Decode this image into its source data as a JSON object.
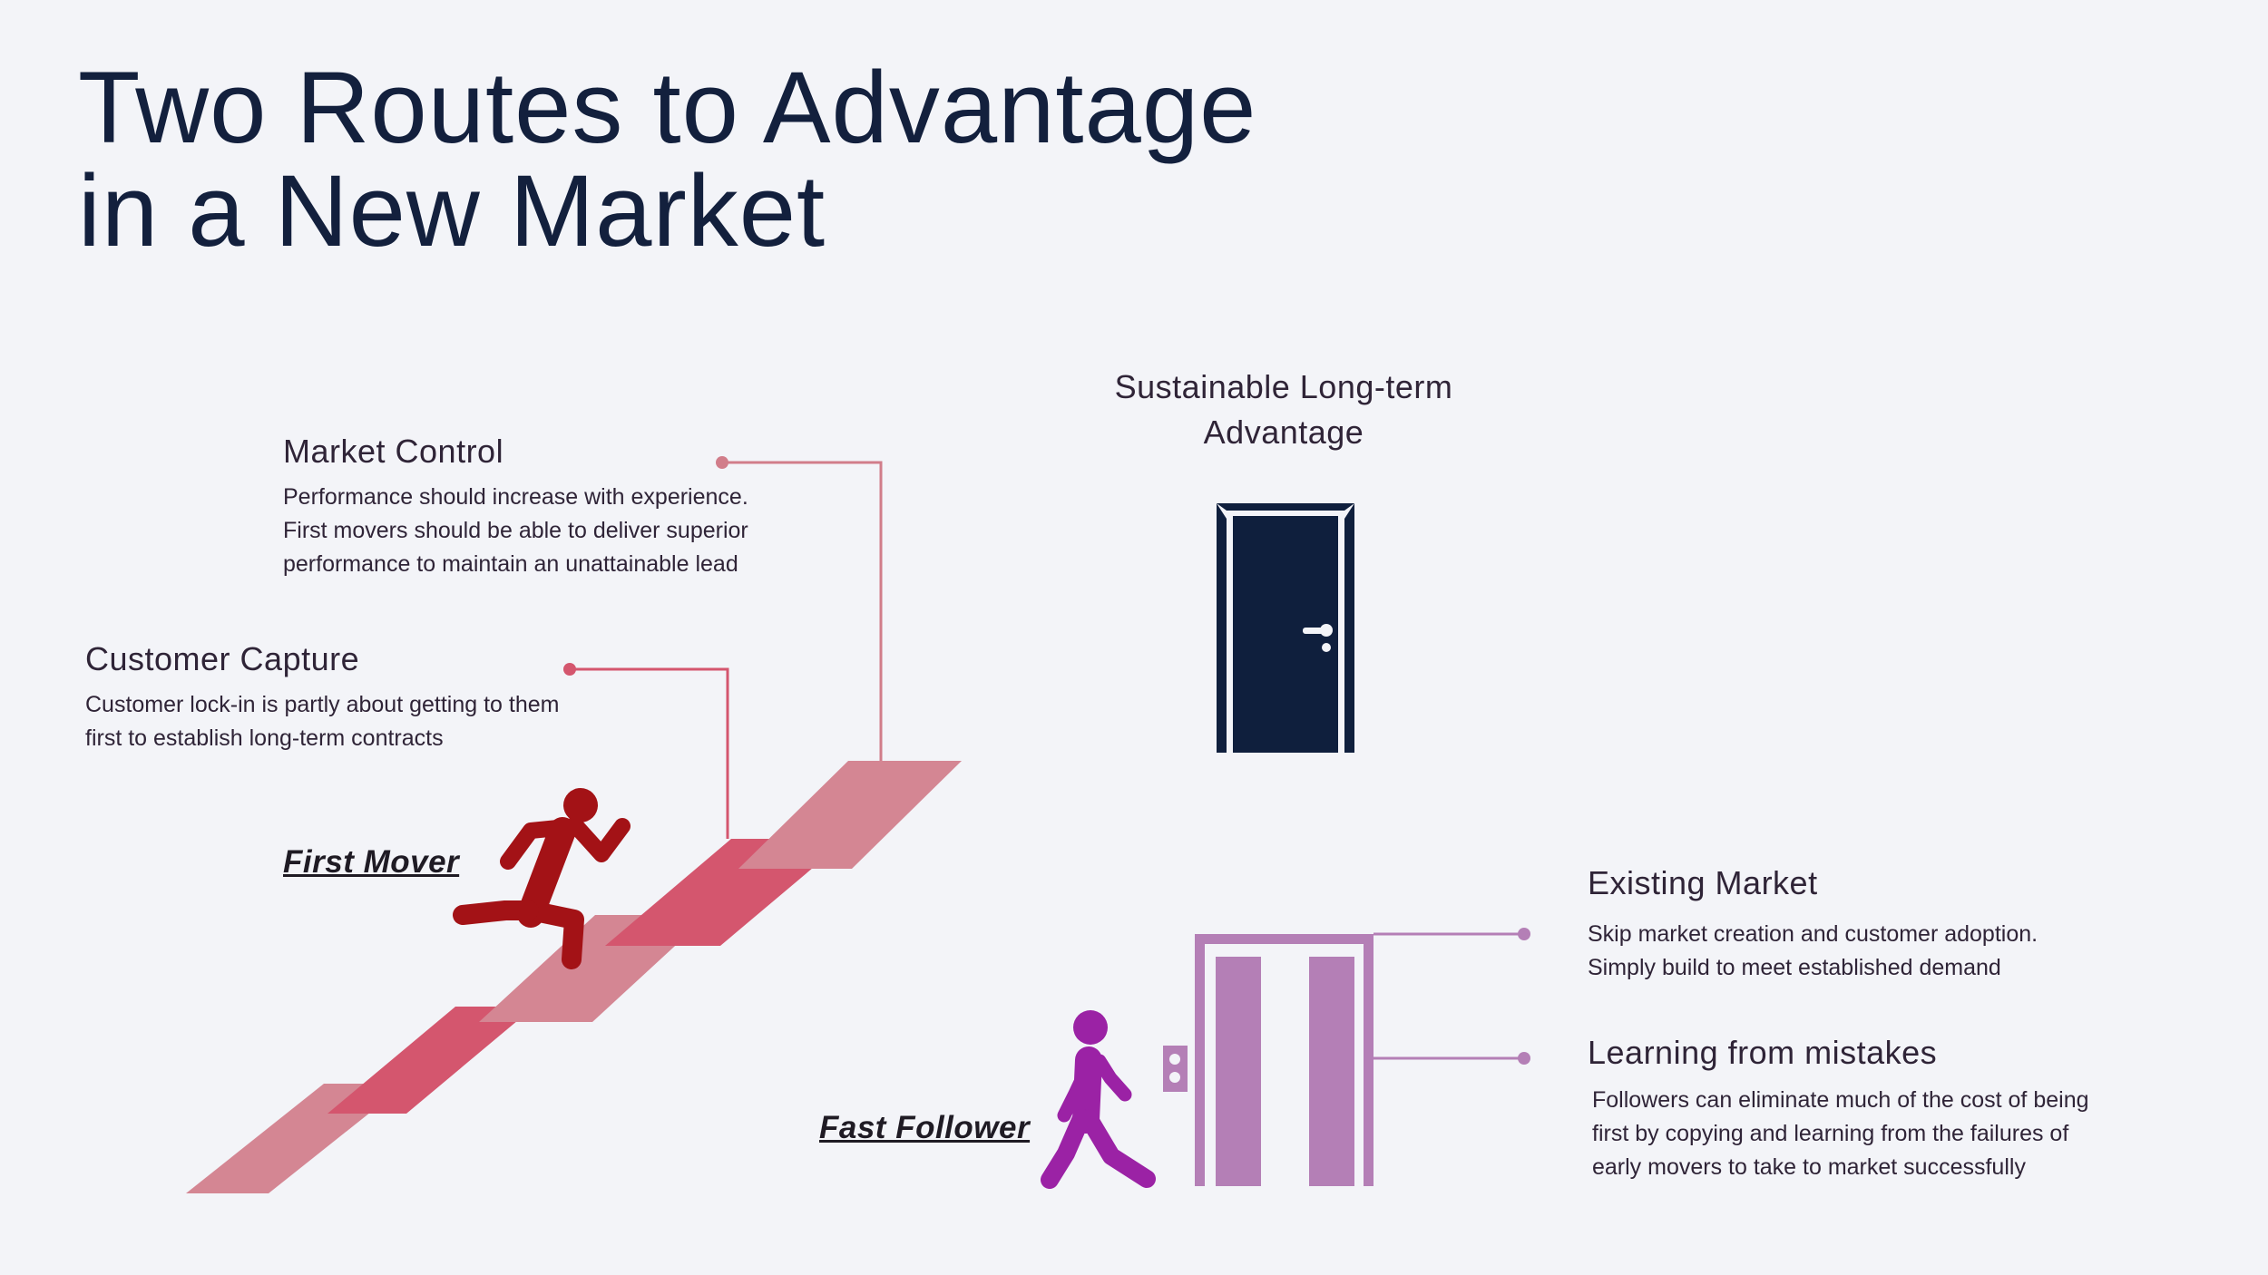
{
  "title": {
    "line1": "Two Routes to Advantage",
    "line2": "in a New Market"
  },
  "goal": {
    "label": "Sustainable Long-term\nAdvantage",
    "icon": "door-icon"
  },
  "first_mover": {
    "label": "First Mover",
    "icon": "running-person-icon",
    "color": "#A31216",
    "stairs_colors": [
      "#D48693",
      "#D4566E"
    ],
    "points": [
      {
        "title": "Market Control",
        "description": "Performance should increase with experience.\nFirst movers should be able to deliver superior\nperformance to maintain an unattainable lead"
      },
      {
        "title": "Customer Capture",
        "description": "Customer lock-in is partly about getting to them\nfirst to establish long-term contracts"
      }
    ],
    "connector_color": "#D17D8A"
  },
  "fast_follower": {
    "label": "Fast Follower",
    "icon": "walking-person-icon",
    "color": "#9B22A5",
    "elevator_color": "#B47FB6",
    "elevator_icon": "elevator-icon",
    "points": [
      {
        "title": "Existing Market",
        "description": "Skip market creation and customer adoption.\nSimply build to meet established demand"
      },
      {
        "title": "Learning from mistakes",
        "description": "Followers can eliminate much of the cost of being\nfirst by copying and learning from the failures of\nearly movers to take to market successfully"
      }
    ],
    "connector_color": "#B47FB6"
  },
  "colors": {
    "background": "#F3F4F8",
    "title": "#13203D",
    "door": "#0F1F3D"
  }
}
